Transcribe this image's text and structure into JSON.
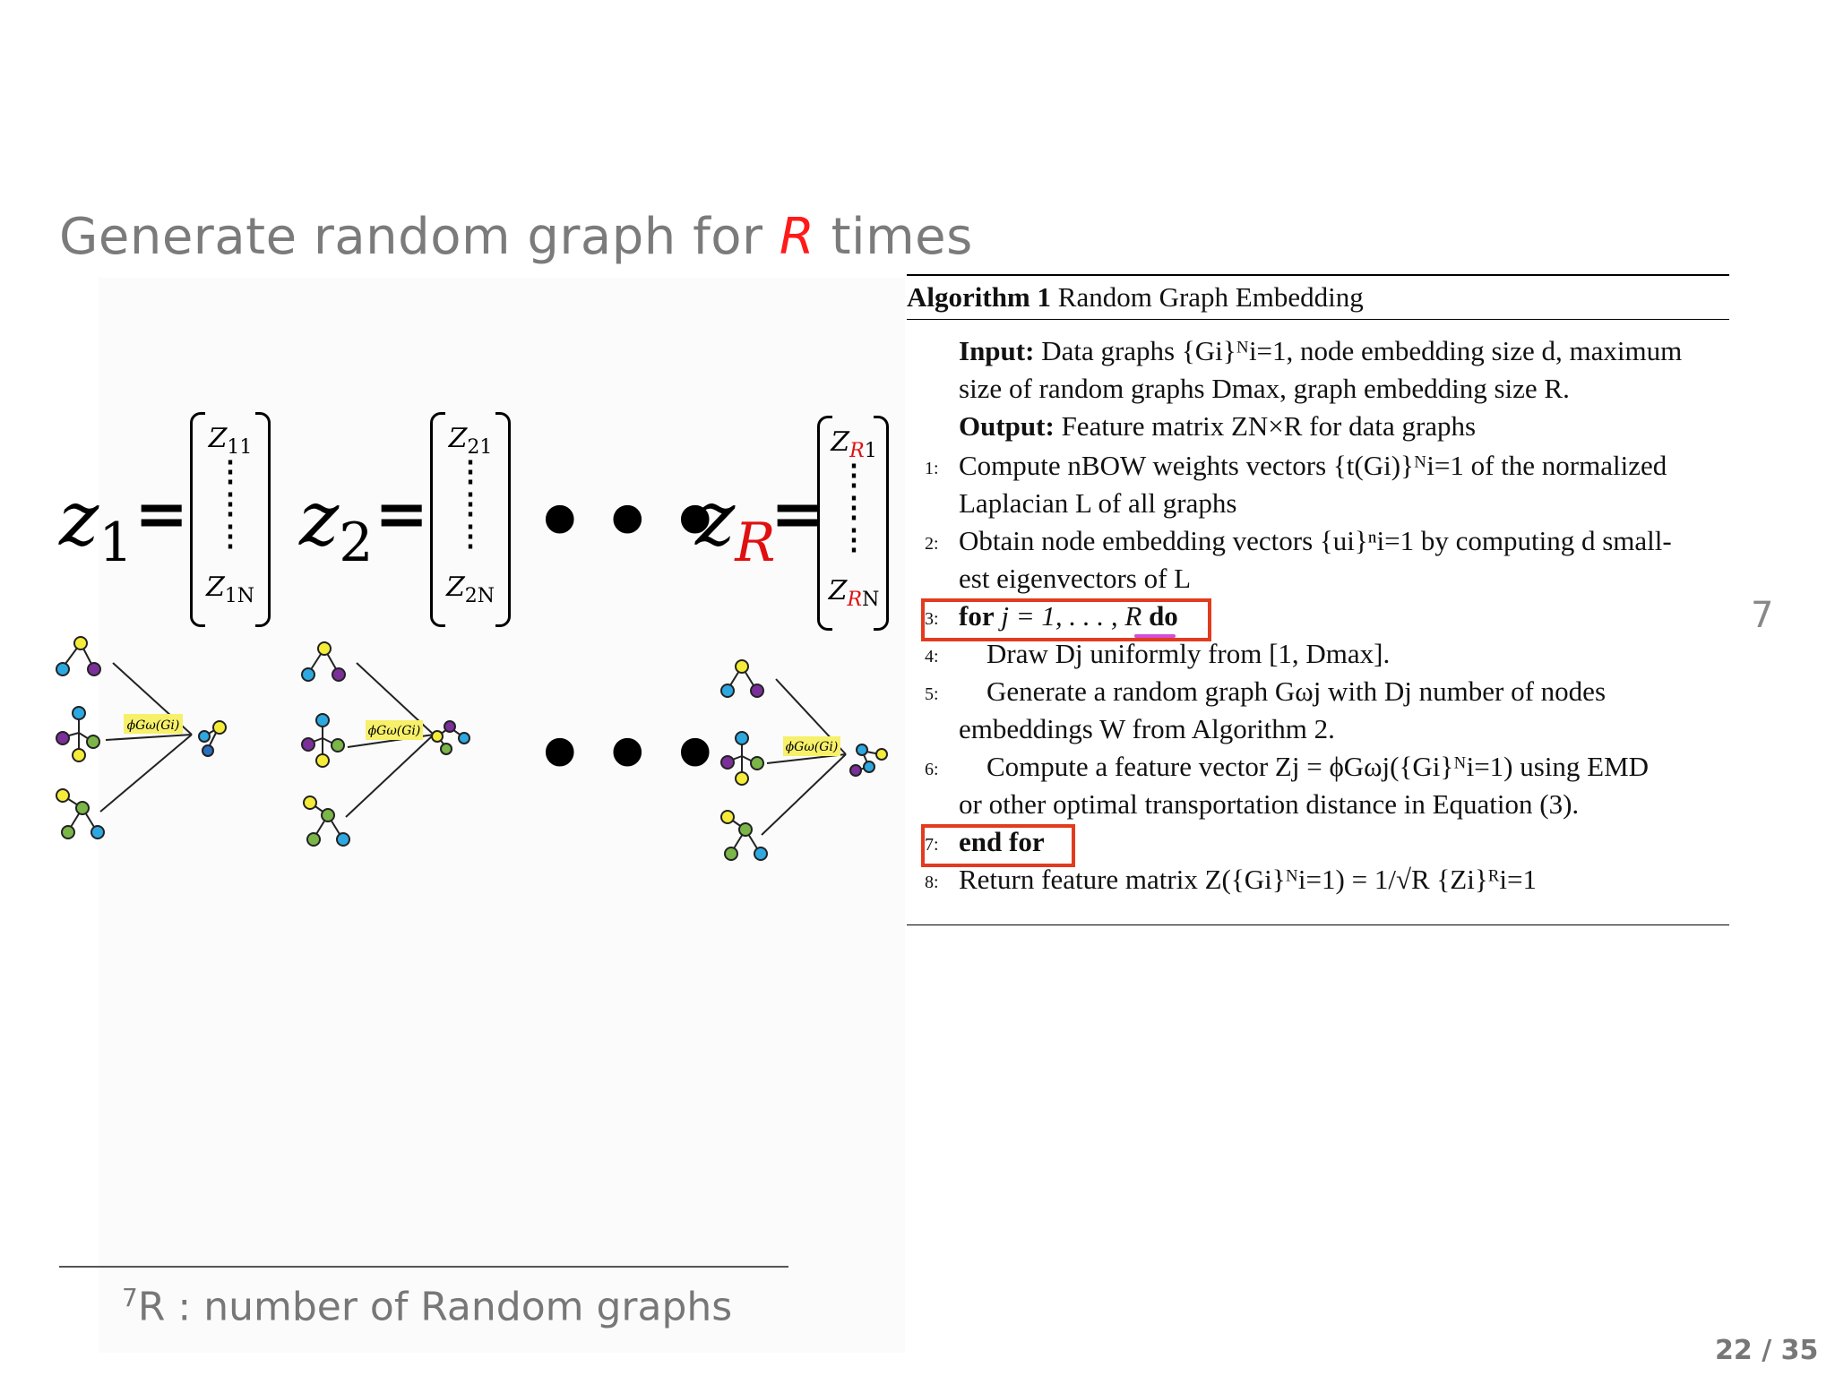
{
  "slide": {
    "title_pre": "Generate random graph for ",
    "title_r": "R",
    "title_post": " times",
    "marker": "7",
    "page": "22 / 35"
  },
  "vectors": [
    {
      "sym": "z",
      "sub": "1",
      "top_cell": "Z",
      "top_sub": "11",
      "bot_cell": "Z",
      "bot_sub": "1N"
    },
    {
      "sym": "z",
      "sub": "2",
      "top_cell": "Z",
      "top_sub": "21",
      "bot_cell": "Z",
      "bot_sub": "2N"
    },
    {
      "sym": "z",
      "sub": "R",
      "top_cell": "Z",
      "top_sub_red": "R",
      "top_sub_rest": "1",
      "bot_cell": "Z",
      "bot_sub_red": "R",
      "bot_sub_rest": "N"
    }
  ],
  "ellipsis": "•••",
  "phi_label": "ϕGω(Gi)",
  "algorithm": {
    "heading_bold": "Algorithm 1",
    "heading": " Random Graph Embedding",
    "input_label": "Input:",
    "input_text": " Data graphs {Gi}ᴺi=1, node embedding size d, maximum",
    "input_text2": "size of random graphs Dmax, graph embedding size R.",
    "output_label": "Output:",
    "output_text": " Feature matrix ZN×R for data graphs",
    "lines": [
      {
        "n": "1:",
        "text": "Compute nBOW weights vectors {t(Gi)}ᴺi=1 of the normalized"
      },
      {
        "n": "",
        "text": "Laplacian L of all graphs"
      },
      {
        "n": "2:",
        "text": "Obtain node embedding vectors {ui}ⁿi=1 by computing d small-"
      },
      {
        "n": "",
        "text": "est eigenvectors of L"
      },
      {
        "n": "3:",
        "kw1": "for",
        "text": " j = 1, . . . , R ",
        "kw2": "do"
      },
      {
        "n": "4:",
        "text": "    Draw Dj uniformly from [1, Dmax]."
      },
      {
        "n": "5:",
        "text": "    Generate a random graph Gωj with Dj number of nodes"
      },
      {
        "n": "",
        "text": "embeddings W from Algorithm 2."
      },
      {
        "n": "6:",
        "text": "    Compute a feature vector Zj = ϕGωj({Gi}ᴺi=1) using EMD"
      },
      {
        "n": "",
        "text": "or other optimal transportation distance in Equation (3)."
      },
      {
        "n": "7:",
        "kw1": "end for"
      },
      {
        "n": "8:",
        "text": "Return feature matrix Z({Gi}ᴺi=1) = 1/√R {Zi}ᴿi=1"
      }
    ]
  },
  "footnote": {
    "sup": "7",
    "text": "R : number of Random graphs"
  },
  "colors": {
    "accent_red": "#e01010",
    "box": "#e23b1f",
    "underline": "#d24fd8"
  }
}
